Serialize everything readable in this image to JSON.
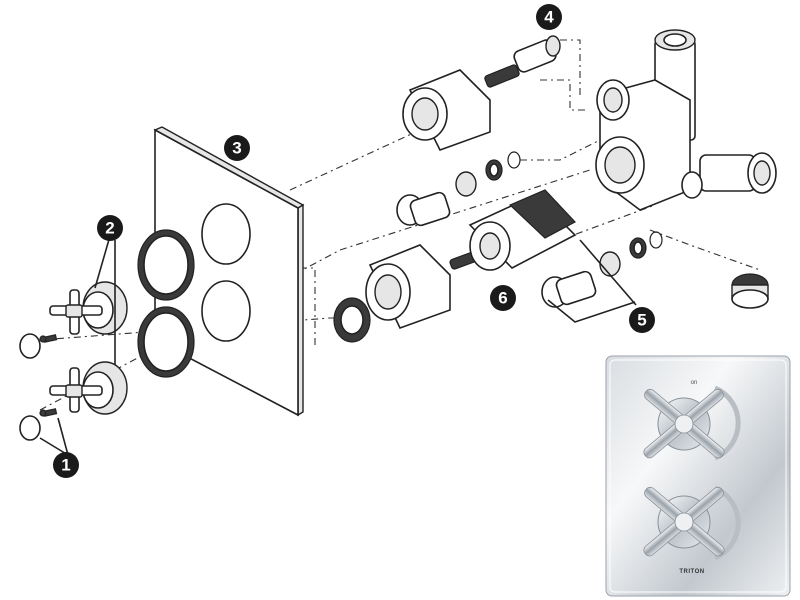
{
  "callouts": [
    {
      "id": "1",
      "label": "1"
    },
    {
      "id": "2",
      "label": "2"
    },
    {
      "id": "3",
      "label": "3"
    },
    {
      "id": "4",
      "label": "4"
    },
    {
      "id": "5",
      "label": "5"
    },
    {
      "id": "6",
      "label": "6"
    }
  ],
  "photo": {
    "brand": "TRITON",
    "on_mark": "on"
  },
  "colors": {
    "ink": "#222222",
    "callout_fill": "#1a1a1a",
    "chrome_light": "#f2f4f6",
    "chrome_dark": "#9aa2aa"
  }
}
